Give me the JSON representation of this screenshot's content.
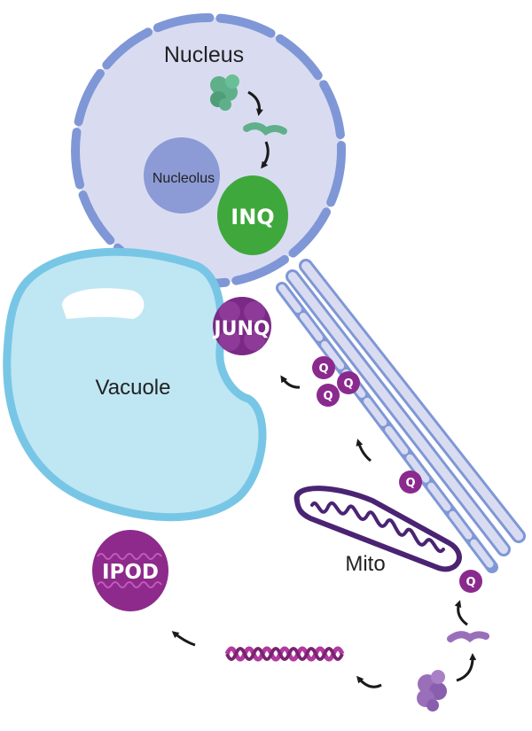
{
  "labels": {
    "nucleus": "Nucleus",
    "nucleolus": "Nucleolus",
    "inq": "INQ",
    "junq": "JUNQ",
    "vacuole": "Vacuole",
    "ipod": "IPOD",
    "mito": "Mito",
    "q": "Q"
  },
  "colors": {
    "nucleus_fill": "#d9dcf1",
    "nuclear_envelope": "#7f97d6",
    "nucleolus": "#8c9ad6",
    "inq": "#3fa83c",
    "vacuole_fill": "#bfe6f3",
    "vacuole_border": "#78c6e6",
    "er": "#7f97d6",
    "junq": "#7a2a86",
    "ipod": "#8e2a8c",
    "q_particle": "#8a2a8e",
    "mito": "#4a2473",
    "amyloid": "#b03a9e",
    "misfolded_green": "#5fb08a",
    "misfolded_purple": "#9a6fba",
    "arrow": "#1a1a1a"
  },
  "icons": [
    "arrow-icon",
    "misfolded-protein-icon",
    "amyloid-fibril-icon"
  ]
}
